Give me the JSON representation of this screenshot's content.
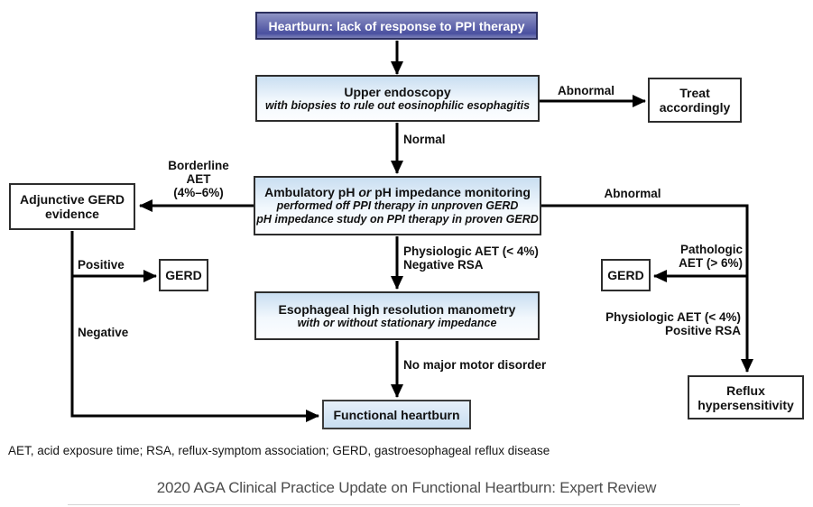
{
  "colors": {
    "purple_top": "#8e93c4",
    "purple_bottom": "#4a50a0",
    "purple_border": "#2c2f5e",
    "blue_top": "#c9def1",
    "blue_bottom": "#fcfdff",
    "fh_top": "#e6eff9",
    "fh_bottom": "#c9def1",
    "box_border": "#2d2d2d",
    "arrow": "#000000",
    "caption_gray": "#4d4d4d"
  },
  "nodes": {
    "heartburn": {
      "title": "Heartburn: lack of response to PPI therapy"
    },
    "endoscopy": {
      "title": "Upper endoscopy",
      "subtitle": "with biopsies to rule out eosinophilic esophagitis"
    },
    "treat": {
      "label": "Treat\naccordingly"
    },
    "ph_monitoring": {
      "title_pre": "Ambulatory pH ",
      "title_or": "or",
      "title_post": " pH impedance monitoring",
      "subtitle1": "performed off PPI therapy in unproven GERD",
      "subtitle2": "pH impedance study on PPI therapy in proven GERD"
    },
    "adjunctive": {
      "label": "Adjunctive GERD\nevidence"
    },
    "gerd_left": {
      "label": "GERD"
    },
    "gerd_right": {
      "label": "GERD"
    },
    "manometry": {
      "title": "Esophageal high resolution manometry",
      "subtitle": "with or without stationary impedance"
    },
    "functional_heartburn": {
      "label": "Functional heartburn"
    },
    "reflux_hypersensitivity": {
      "label": "Reflux\nhypersensitivity"
    }
  },
  "edge_labels": {
    "abnormal_top": "Abnormal",
    "normal": "Normal",
    "borderline_aet": "Borderline\nAET\n(4%–6%)",
    "abnormal_right": "Abnormal",
    "physiologic_negative": "Physiologic AET (< 4%)\nNegative RSA",
    "pathologic_aet": "Pathologic\nAET (> 6%)",
    "physiologic_positive": "Physiologic AET (< 4%)\nPositive RSA",
    "positive": "Positive",
    "negative": "Negative",
    "no_major_motor": "No major motor disorder"
  },
  "footnote": "AET, acid exposure time; RSA, reflux-symptom association; GERD, gastroesophageal reflux disease",
  "caption": "2020 AGA Clinical Practice Update on Functional Heartburn: Expert Review"
}
